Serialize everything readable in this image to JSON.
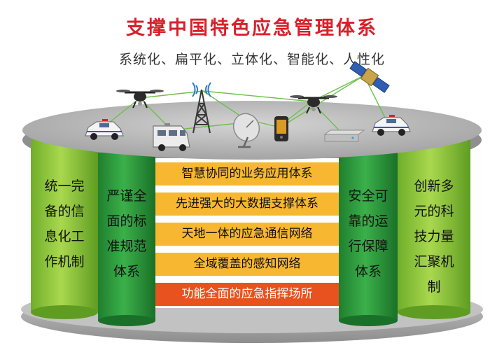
{
  "header": {
    "title": "支撑中国特色应急管理体系",
    "subtitle": "系统化、扁平化、立体化、智能化、人性化"
  },
  "columns": [
    {
      "id": "left-outer",
      "lines": [
        "统一完",
        "备的信",
        "息化工",
        "作机制"
      ]
    },
    {
      "id": "left-inner",
      "lines": [
        "严谨全",
        "面的标",
        "准规范",
        "体系"
      ]
    },
    {
      "id": "right-inner",
      "lines": [
        "安全可",
        "靠的运",
        "行保障",
        "体系"
      ]
    },
    {
      "id": "right-outer",
      "lines": [
        "创新多",
        "元的科",
        "技力量",
        "汇聚机",
        "制"
      ]
    }
  ],
  "layers": [
    {
      "label": "智慧协同的业务应用体系",
      "color": "#f7b731"
    },
    {
      "label": "先进强大的大数据支撑体系",
      "color": "#f7b731"
    },
    {
      "label": "天地一体的应急通信网络",
      "color": "#f7b731"
    },
    {
      "label": "全域覆盖的感知网络",
      "color": "#f7b731"
    },
    {
      "label": "功能全面的应急指挥场所",
      "color": "#e8521e"
    }
  ],
  "colors": {
    "title": "#d8202a",
    "platform": "#b3b3b3",
    "light_green": "#8cc63f",
    "dark_green": "#2e9a3c",
    "network_line": "#6cc04a"
  },
  "icons": [
    "drone-icon",
    "antenna-tower-icon",
    "satellite-dish-icon",
    "handheld-terminal-icon",
    "server-icon",
    "satellite-icon",
    "police-car-icon",
    "command-van-icon"
  ]
}
